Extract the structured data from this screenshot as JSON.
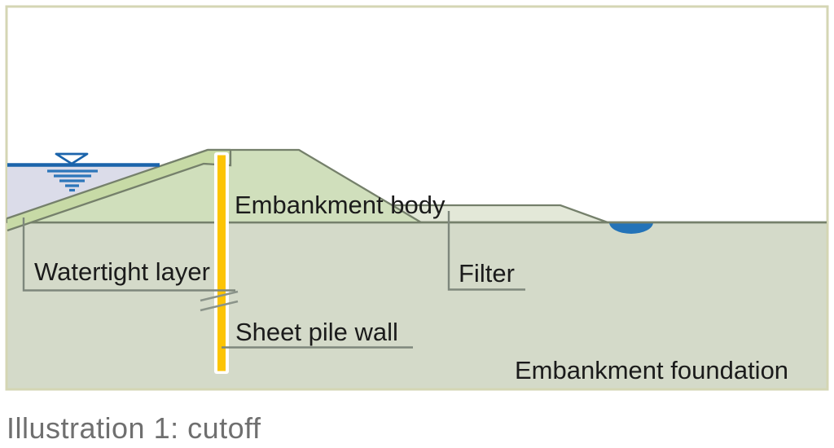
{
  "figure": {
    "type": "technical-illustration",
    "subject": "embankment cross-section with cutoff",
    "labels": {
      "embankment_body": "Embankment body",
      "watertight_layer": "Watertight layer",
      "sheet_pile_wall": "Sheet pile wall",
      "filter": "Filter",
      "embankment_foundation": "Embankment foundation"
    },
    "caption": "Illustration 1: cutoff",
    "icons": {
      "water_level_icon": "inverted triangle with diminishing ripple lines marking free water surface"
    },
    "colors": {
      "frame_border": "#d4d6b4",
      "embankment_body_fill": "#d0dfbc",
      "watertight_band_fill": "#c7daa6",
      "filter_fill": "#e3e8d8",
      "foundation_fill": "#d4dac9",
      "outline": "#75806b",
      "leader_line": "#7e877c",
      "water_fill": "#dbdce9",
      "water_line": "#1b64ab",
      "ripple_blue": "#2d76ba",
      "puddle_blue": "#2373b8",
      "sheet_pile_yellow": "#fcc404",
      "label_text": "#1b1b1b",
      "caption_text": "#6f6f6f"
    }
  }
}
